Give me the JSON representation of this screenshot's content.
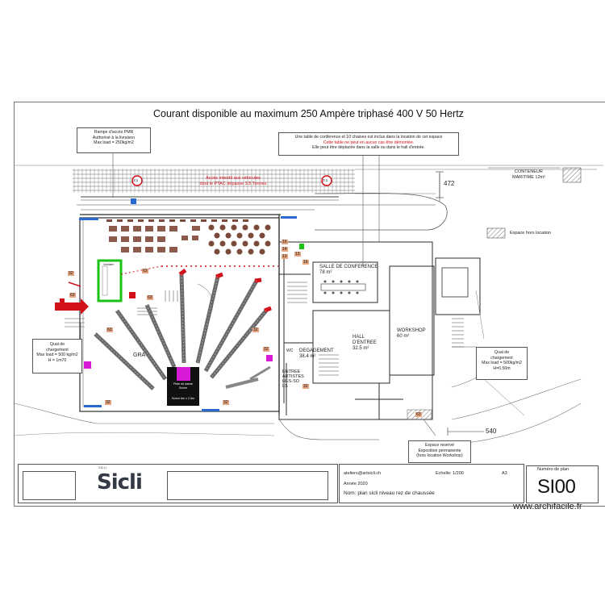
{
  "title": "Courant disponible au maximum 250 Ampère triphasé 400 V 50 Hertz",
  "callouts": {
    "ramp": [
      "Rampe d'accès PMR",
      "Authorisé à la livraison",
      "Max load = 250kg/m2"
    ],
    "table_note": [
      "Une table de conférence et 10 chaises est inclus dans la location de cet espace",
      "Cette table ne peut en aucun cas être démontée.",
      "Elle peut être déplacée dans la salle ou dans le hall d'entrée."
    ],
    "quai_left": [
      "Quai de",
      "chargement",
      "Max load = 500 kg/m2",
      "H = 1m70"
    ],
    "quai_right": [
      "Quai de",
      "chargement",
      "Max load = 500kg/m2",
      "H=0.50m"
    ],
    "reserve": [
      "Espace reservé",
      "Exposition permanente",
      "(hors location Workshop)"
    ],
    "vehicles": [
      "Accès interdit aux véhicules",
      "dont le PTAC dépasse 3.5 Tonnes"
    ]
  },
  "rooms": {
    "conference": [
      "SALLE DE CONFERENCE",
      "78 m²"
    ],
    "hall": [
      "HALL",
      "D'ENTREE",
      "32.5 m²"
    ],
    "workshop": [
      "WORKSHOP",
      "60 m²"
    ],
    "degagement": [
      "DEGAGEMENT",
      "38.4 m²"
    ],
    "entree_artistes": [
      "ENTREE",
      "ARTISTES",
      "HES-SO",
      "LS"
    ],
    "grande_halle": "GRA",
    "container": [
      "CONTENEUR",
      "MARITIME 12m²"
    ],
    "wc": "WC",
    "scene": [
      "Piste de danse",
      "Scène",
      "Scène 8m x 2.5m"
    ],
    "vestiaire": "Vestiaire"
  },
  "legend": {
    "hors_location": "Espace hors location"
  },
  "dimensions": {
    "d472": "472",
    "d540": "540"
  },
  "badges": [
    "3:1",
    "3:1"
  ],
  "labels_num": [
    "63",
    "63",
    "32",
    "32",
    "16",
    "14",
    "13",
    "16",
    "32",
    "32",
    "32",
    "63",
    "63",
    "63",
    "32",
    "13"
  ],
  "titleblock": {
    "logo": "Sicli",
    "logo_small": "SICLI",
    "email": "ateliers@artsicli.ch",
    "echelle": "Echelle: 1/200",
    "format": "A3",
    "numero_label": "Numéro de plan",
    "annee": "Année 2020",
    "nom": "Nom: plan sicli niveau rez de chaussée",
    "code": "SI00"
  },
  "watermark": "www.archifacile.fr",
  "colors": {
    "wall": "#2b2b2b",
    "stage_rows": "#6b6b6b",
    "stage_end": "#d2121a",
    "accent_green": "#19c119",
    "magenta": "#d61ad6",
    "table_brown": "#7a4a3a",
    "chair_brown": "#8b5a4a"
  }
}
